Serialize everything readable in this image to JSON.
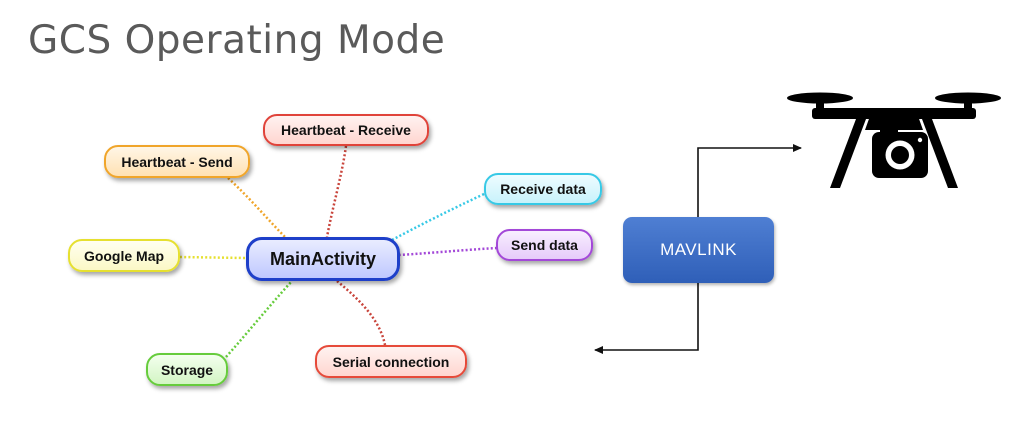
{
  "title": "GCS Operating Mode",
  "diagram": {
    "center": "MainActivity",
    "nodes": {
      "heartbeat_receive": "Heartbeat - Receive",
      "heartbeat_send": "Heartbeat - Send",
      "receive_data": "Receive data",
      "send_data": "Send data",
      "google_map": "Google Map",
      "storage": "Storage",
      "serial_connection": "Serial connection"
    },
    "protocol": "MAVLINK",
    "icons": {
      "target": "drone-camera-icon"
    },
    "colors": {
      "center": "#1e3fc9",
      "heartbeat_receive": "#e0433a",
      "heartbeat_send": "#f0a52a",
      "receive_data": "#37c9e6",
      "send_data": "#a348d8",
      "google_map": "#e6e030",
      "storage": "#66cc3c",
      "serial_connection": "#e64a3a",
      "mavlink": "#3b6cc4"
    }
  }
}
